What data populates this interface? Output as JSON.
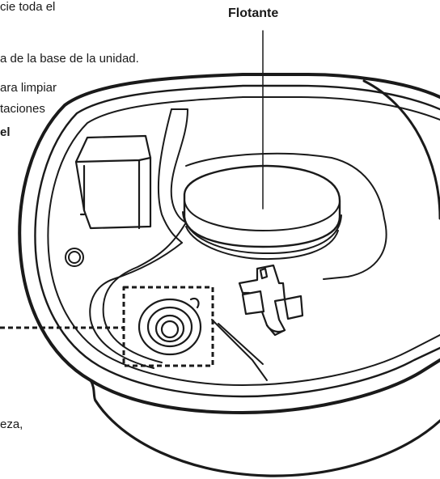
{
  "labels": {
    "float": "Flotante"
  },
  "text_fragments": {
    "line1": "cie toda el",
    "line2": "a de la base de la unidad.",
    "line3": "ara limpiar",
    "line4": "taciones",
    "line5": "el",
    "line6": "eza,"
  },
  "colors": {
    "stroke": "#1a1a1a",
    "background": "#ffffff"
  }
}
